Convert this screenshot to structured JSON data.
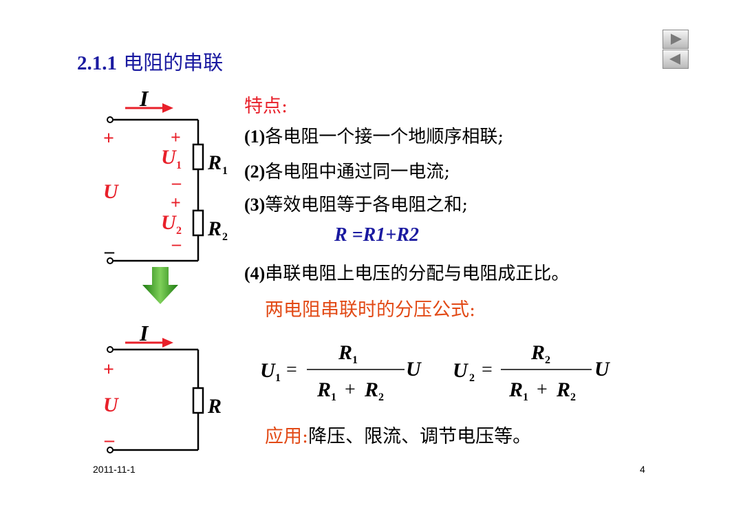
{
  "title": {
    "number": "2.1.1",
    "text": "电阻的串联"
  },
  "features": {
    "heading": "特点:",
    "items": [
      {
        "num": "(1)",
        "text": "各电阻一个接一个地顺序相联;"
      },
      {
        "num": "(2)",
        "text": "各电阻中通过同一电流;"
      },
      {
        "num": "(3)",
        "text": "等效电阻等于各电阻之和;"
      },
      {
        "num": "(4)",
        "text": "串联电阻上电压的分配与电阻成正比。"
      }
    ],
    "equation": "R =R1+R2"
  },
  "divider": {
    "heading": "两电阻串联时的分压公式:"
  },
  "formulas": {
    "u1": {
      "lhs": "U",
      "lhs_sub": "1",
      "num": "R",
      "num_sub": "1",
      "den_a": "R",
      "den_a_sub": "1",
      "den_b": "R",
      "den_b_sub": "2",
      "tail": "U"
    },
    "u2": {
      "lhs": "U",
      "lhs_sub": "2",
      "num": "R",
      "num_sub": "2",
      "den_a": "R",
      "den_a_sub": "1",
      "den_b": "R",
      "den_b_sub": "2",
      "tail": "U"
    }
  },
  "application": {
    "label": "应用:",
    "text": "降压、限流、调节电压等。"
  },
  "circuit_top": {
    "current": "I",
    "plus": "+",
    "minus": "–",
    "u": "U",
    "u1": "U",
    "u1_sub": "1",
    "u2": "U",
    "u2_sub": "2",
    "r1": "R",
    "r1_sub": "1",
    "r2": "R",
    "r2_sub": "2"
  },
  "circuit_bottom": {
    "current": "I",
    "plus": "+",
    "minus": "–",
    "u": "U",
    "r": "R"
  },
  "footer": {
    "date": "2011-11-1",
    "page": "4"
  },
  "colors": {
    "title": "#1a1aa0",
    "red": "#e8202a",
    "orange": "#e24a16",
    "arrow_green": "#2f9d1b"
  }
}
